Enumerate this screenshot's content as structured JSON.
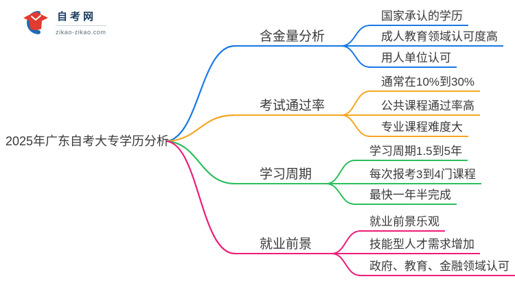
{
  "logo": {
    "title": "自考网",
    "domain": "zikao-zikao.com",
    "icon": "graduation-cap-with-blue-crescent-icon"
  },
  "central_topic": {
    "label": "2025年广东自考大专学历分析"
  },
  "colors": {
    "branch_blue": "#1877E5",
    "branch_orange": "#F5A623",
    "branch_green": "#2BBE5C",
    "branch_pink": "#EE1B77",
    "logo_navy": "#1B3C60",
    "logo_red": "#E23B30",
    "logo_blue": "#1E6CB5"
  },
  "branches": [
    {
      "label": "含金量分析",
      "color": "#1877E5",
      "children": [
        "国家承认的学历",
        "成人教育领域认可度高",
        "用人单位认可"
      ]
    },
    {
      "label": "考试通过率",
      "color": "#F5A623",
      "children": [
        "通常在10%到30%",
        "公共课程通过率高",
        "专业课程难度大"
      ]
    },
    {
      "label": "学习周期",
      "color": "#2BBE5C",
      "children": [
        "学习周期1.5到5年",
        "每次报考3到4门课程",
        "最快一年半完成"
      ]
    },
    {
      "label": "就业前景",
      "color": "#EE1B77",
      "children": [
        "就业前景乐观",
        "技能型人才需求增加",
        "政府、教育、金融领域认可"
      ]
    }
  ]
}
